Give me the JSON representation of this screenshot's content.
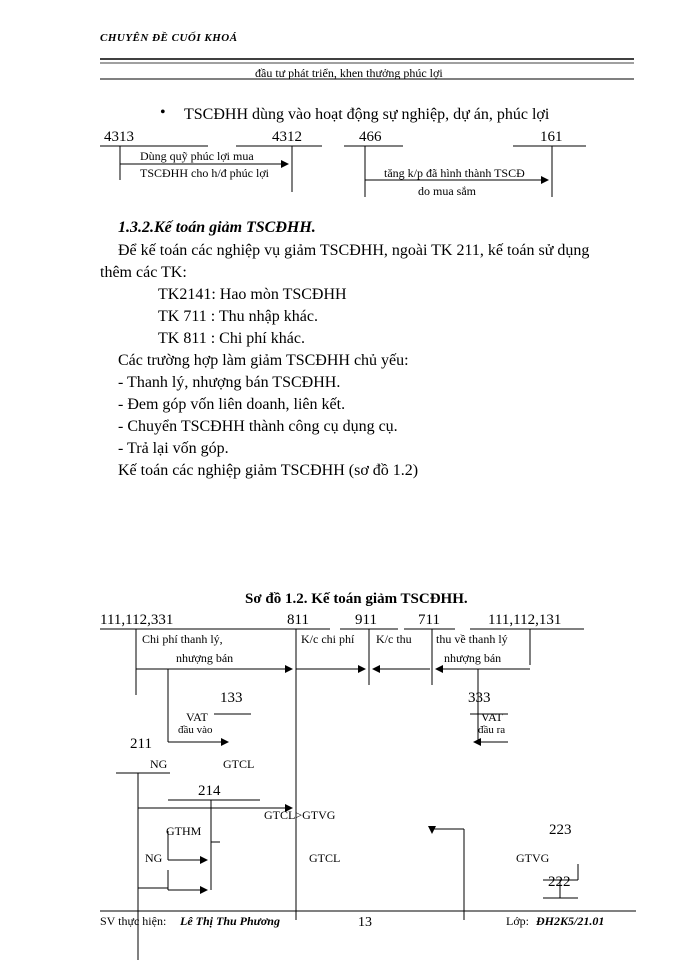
{
  "header": {
    "title": "CHUYÊN ĐỀ CUỐI KHOÁ",
    "subline": "đầu tư phát triển, khen thưởng phúc lợi"
  },
  "section1": {
    "bullet": "TSCĐHH dùng vào hoạt động sự nghiệp, dự án, phúc lợi",
    "acc_a": "4313",
    "acc_b": "4312",
    "acc_c": "466",
    "acc_d": "161",
    "label_left_1": "Dùng quỹ phúc lợi mua",
    "label_left_2": "TSCĐHH cho h/đ phúc lợi",
    "label_right_1": "tăng k/p đã hình thành TSCĐ",
    "label_right_2": "do mua sắm"
  },
  "section2": {
    "heading": "1.3.2.Kế toán giảm TSCĐHH.",
    "para1": "Để kế toán các nghiệp vụ giảm TSCĐHH, ngoài TK 211, kế toán sử dụng",
    "para1b": "thêm các TK:",
    "tk_list": [
      "TK2141: Hao mòn TSCĐHH",
      "TK 711 : Thu nhập khác.",
      "TK 811 : Chi phí khác."
    ],
    "cases_intro": "Các trường hợp làm giảm TSCĐHH chủ yếu:",
    "cases": [
      "- Thanh lý, nhượng bán TSCĐHH.",
      "- Đem góp vốn liên doanh, liên kết.",
      "- Chuyển TSCĐHH thành công cụ dụng cụ.",
      "- Trả lại vốn góp."
    ],
    "diagram_ref": "Kế toán các nghiệp giảm TSCĐHH (sơ đồ 1.2)"
  },
  "diagram": {
    "title": "Sơ đồ 1.2. Kế toán giảm TSCĐHH.",
    "acc_111_left": "111,112,331",
    "acc_811": "811",
    "acc_911": "911",
    "acc_711": "711",
    "acc_111_right": "111,112,131",
    "lbl_chiphi": "Chi phí thanh lý,",
    "lbl_nhuongban_l": "nhượng bán",
    "lbl_kc_chiphi": "K/c chi phí",
    "lbl_kc_thu": "K/c thu",
    "lbl_thuve": "thu về thanh lý",
    "lbl_nhuongban_r": "nhượng bán",
    "acc_133": "133",
    "acc_333": "333",
    "vat_l": "VAT",
    "vat_l_sub": "đầu vào",
    "vat_r": "VAT",
    "vat_r_sub": "đầu ra",
    "acc_211": "211",
    "ng": "NG",
    "gtcl": "GTCL",
    "acc_214": "214",
    "gtcl_gtvg": "GTCL>GTVG",
    "gthm": "GTHM",
    "ng2": "NG",
    "gtcl2": "GTCL",
    "gtvg": "GTVG",
    "acc_223": "223",
    "acc_222": "222"
  },
  "footer": {
    "sv_label": "SV thực hiện:",
    "sv_name": "Lê Thị Thu Phương",
    "page": "13",
    "lop_label": "Lớp:",
    "lop_value": "ĐH2K5/21.01"
  }
}
